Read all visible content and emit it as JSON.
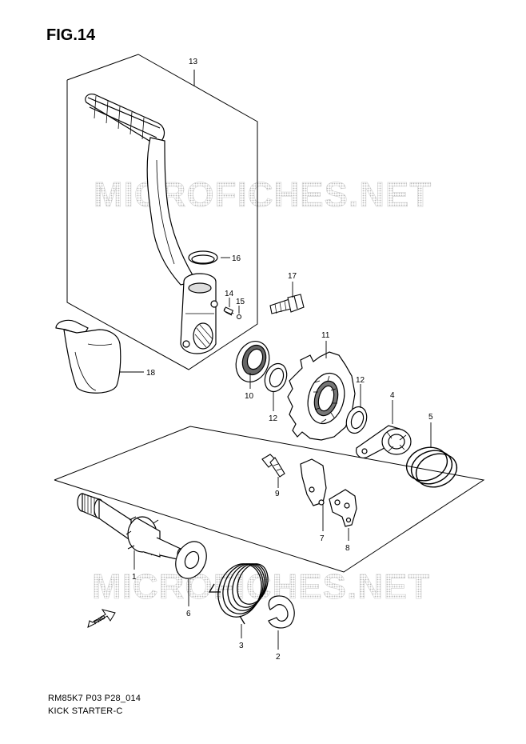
{
  "figure": {
    "title": "FIG.14",
    "code": "RM85K7 P03 P28_014",
    "name": "KICK STARTER-C"
  },
  "watermark": {
    "text": "MICROFICHES.NET",
    "color": "#c8c8c8"
  },
  "fwd_label": "FWD",
  "callouts": [
    "13",
    "16",
    "14",
    "15",
    "17",
    "18",
    "11",
    "12",
    "10",
    "12",
    "4",
    "5",
    "9",
    "7",
    "8",
    "1",
    "6",
    "3",
    "2"
  ]
}
